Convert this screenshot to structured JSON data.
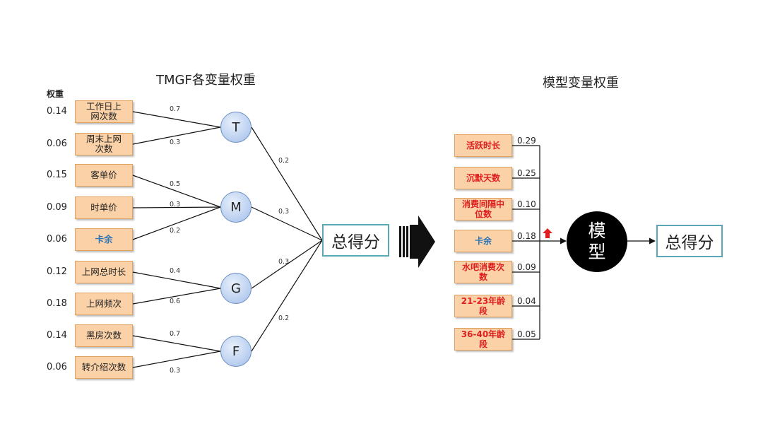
{
  "left": {
    "title": "TMGF各变量权重",
    "weight_header": "权重",
    "items": [
      {
        "label": "工作日上网次数",
        "weight": "0.14",
        "edge": "0.7"
      },
      {
        "label": "周末上网次数",
        "weight": "0.06",
        "edge": "0.3"
      },
      {
        "label": "客单价",
        "weight": "0.15",
        "edge": "0.5"
      },
      {
        "label": "时单价",
        "weight": "0.09",
        "edge": "0.3"
      },
      {
        "label": "卡余",
        "weight": "0.06",
        "edge": "0.2"
      },
      {
        "label": "上网总时长",
        "weight": "0.12",
        "edge": "0.4"
      },
      {
        "label": "上网频次",
        "weight": "0.18",
        "edge": "0.6"
      },
      {
        "label": "黑房次数",
        "weight": "0.14",
        "edge": "0.7"
      },
      {
        "label": "转介绍次数",
        "weight": "0.06",
        "edge": "0.3"
      }
    ],
    "nodes": [
      {
        "label": "T",
        "edge": "0.2"
      },
      {
        "label": "M",
        "edge": "0.3"
      },
      {
        "label": "G",
        "edge": "0.3"
      },
      {
        "label": "F",
        "edge": "0.2"
      }
    ],
    "total": "总得分"
  },
  "right": {
    "title": "模型变量权重",
    "items": [
      {
        "label": "活跃时长",
        "weight": "0.29"
      },
      {
        "label": "沉默天数",
        "weight": "0.25"
      },
      {
        "label": "消费间隔中位数",
        "weight": "0.10"
      },
      {
        "label": "卡余",
        "weight": "0.18"
      },
      {
        "label": "水吧消费次数",
        "weight": "0.09"
      },
      {
        "label": "21-23年龄段",
        "weight": "0.04"
      },
      {
        "label": "36-40年龄段",
        "weight": "0.05"
      }
    ],
    "model": "模型",
    "total": "总得分"
  },
  "colors": {
    "box_fill": "#fbd2a8",
    "box_border": "#e0a060",
    "node_fill": "#b7cdef",
    "total_border": "#5aa7b8",
    "highlight_text": "#e02020",
    "accent_text": "#2e75b6",
    "arrow_up": "#e02020"
  }
}
